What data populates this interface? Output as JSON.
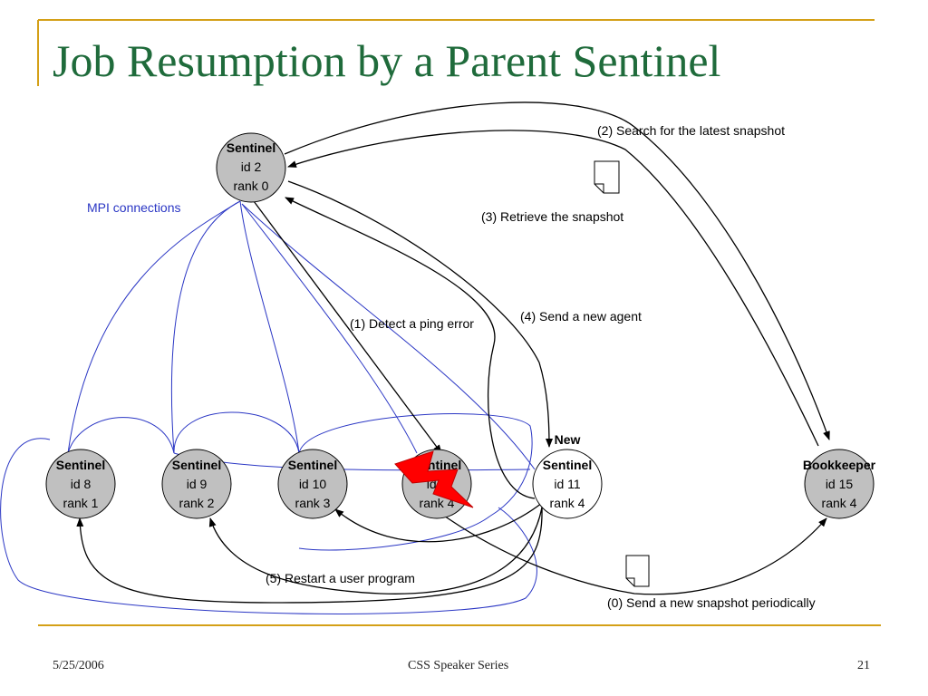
{
  "slide": {
    "title": "Job Resumption by a Parent Sentinel",
    "footer": {
      "date": "5/25/2006",
      "center": "CSS Speaker Series",
      "page": "21"
    }
  },
  "colors": {
    "title": "#1f6b3b",
    "accent_rule": "#d4a017",
    "node_fill": "#c0c0c0",
    "mpi_lines": "#2a36c4",
    "bolt": "#ff0000"
  },
  "nodes": {
    "n2": {
      "name": "Sentinel",
      "id": "id 2",
      "rank": "rank 0"
    },
    "n8": {
      "name": "Sentinel",
      "id": "id 8",
      "rank": "rank 1"
    },
    "n9": {
      "name": "Sentinel",
      "id": "id 9",
      "rank": "rank 2"
    },
    "n10": {
      "name": "Sentinel",
      "id": "id 10",
      "rank": "rank 3"
    },
    "n4": {
      "name": "Sentinel",
      "id": "id 4",
      "rank": "rank 4"
    },
    "n11": {
      "tag": "New",
      "name": "Sentinel",
      "id": "id 11",
      "rank": "rank 4"
    },
    "n15": {
      "name": "Bookkeeper",
      "id": "id 15",
      "rank": "rank 4"
    }
  },
  "labels": {
    "mpi": "MPI connections",
    "step0": "(0) Send a new snapshot periodically",
    "step1": "(1) Detect a ping error",
    "step2": "(2) Search for the latest snapshot",
    "step3": "(3) Retrieve the snapshot",
    "step4": "(4) Send a new agent",
    "step5": "(5) Restart a user program"
  }
}
